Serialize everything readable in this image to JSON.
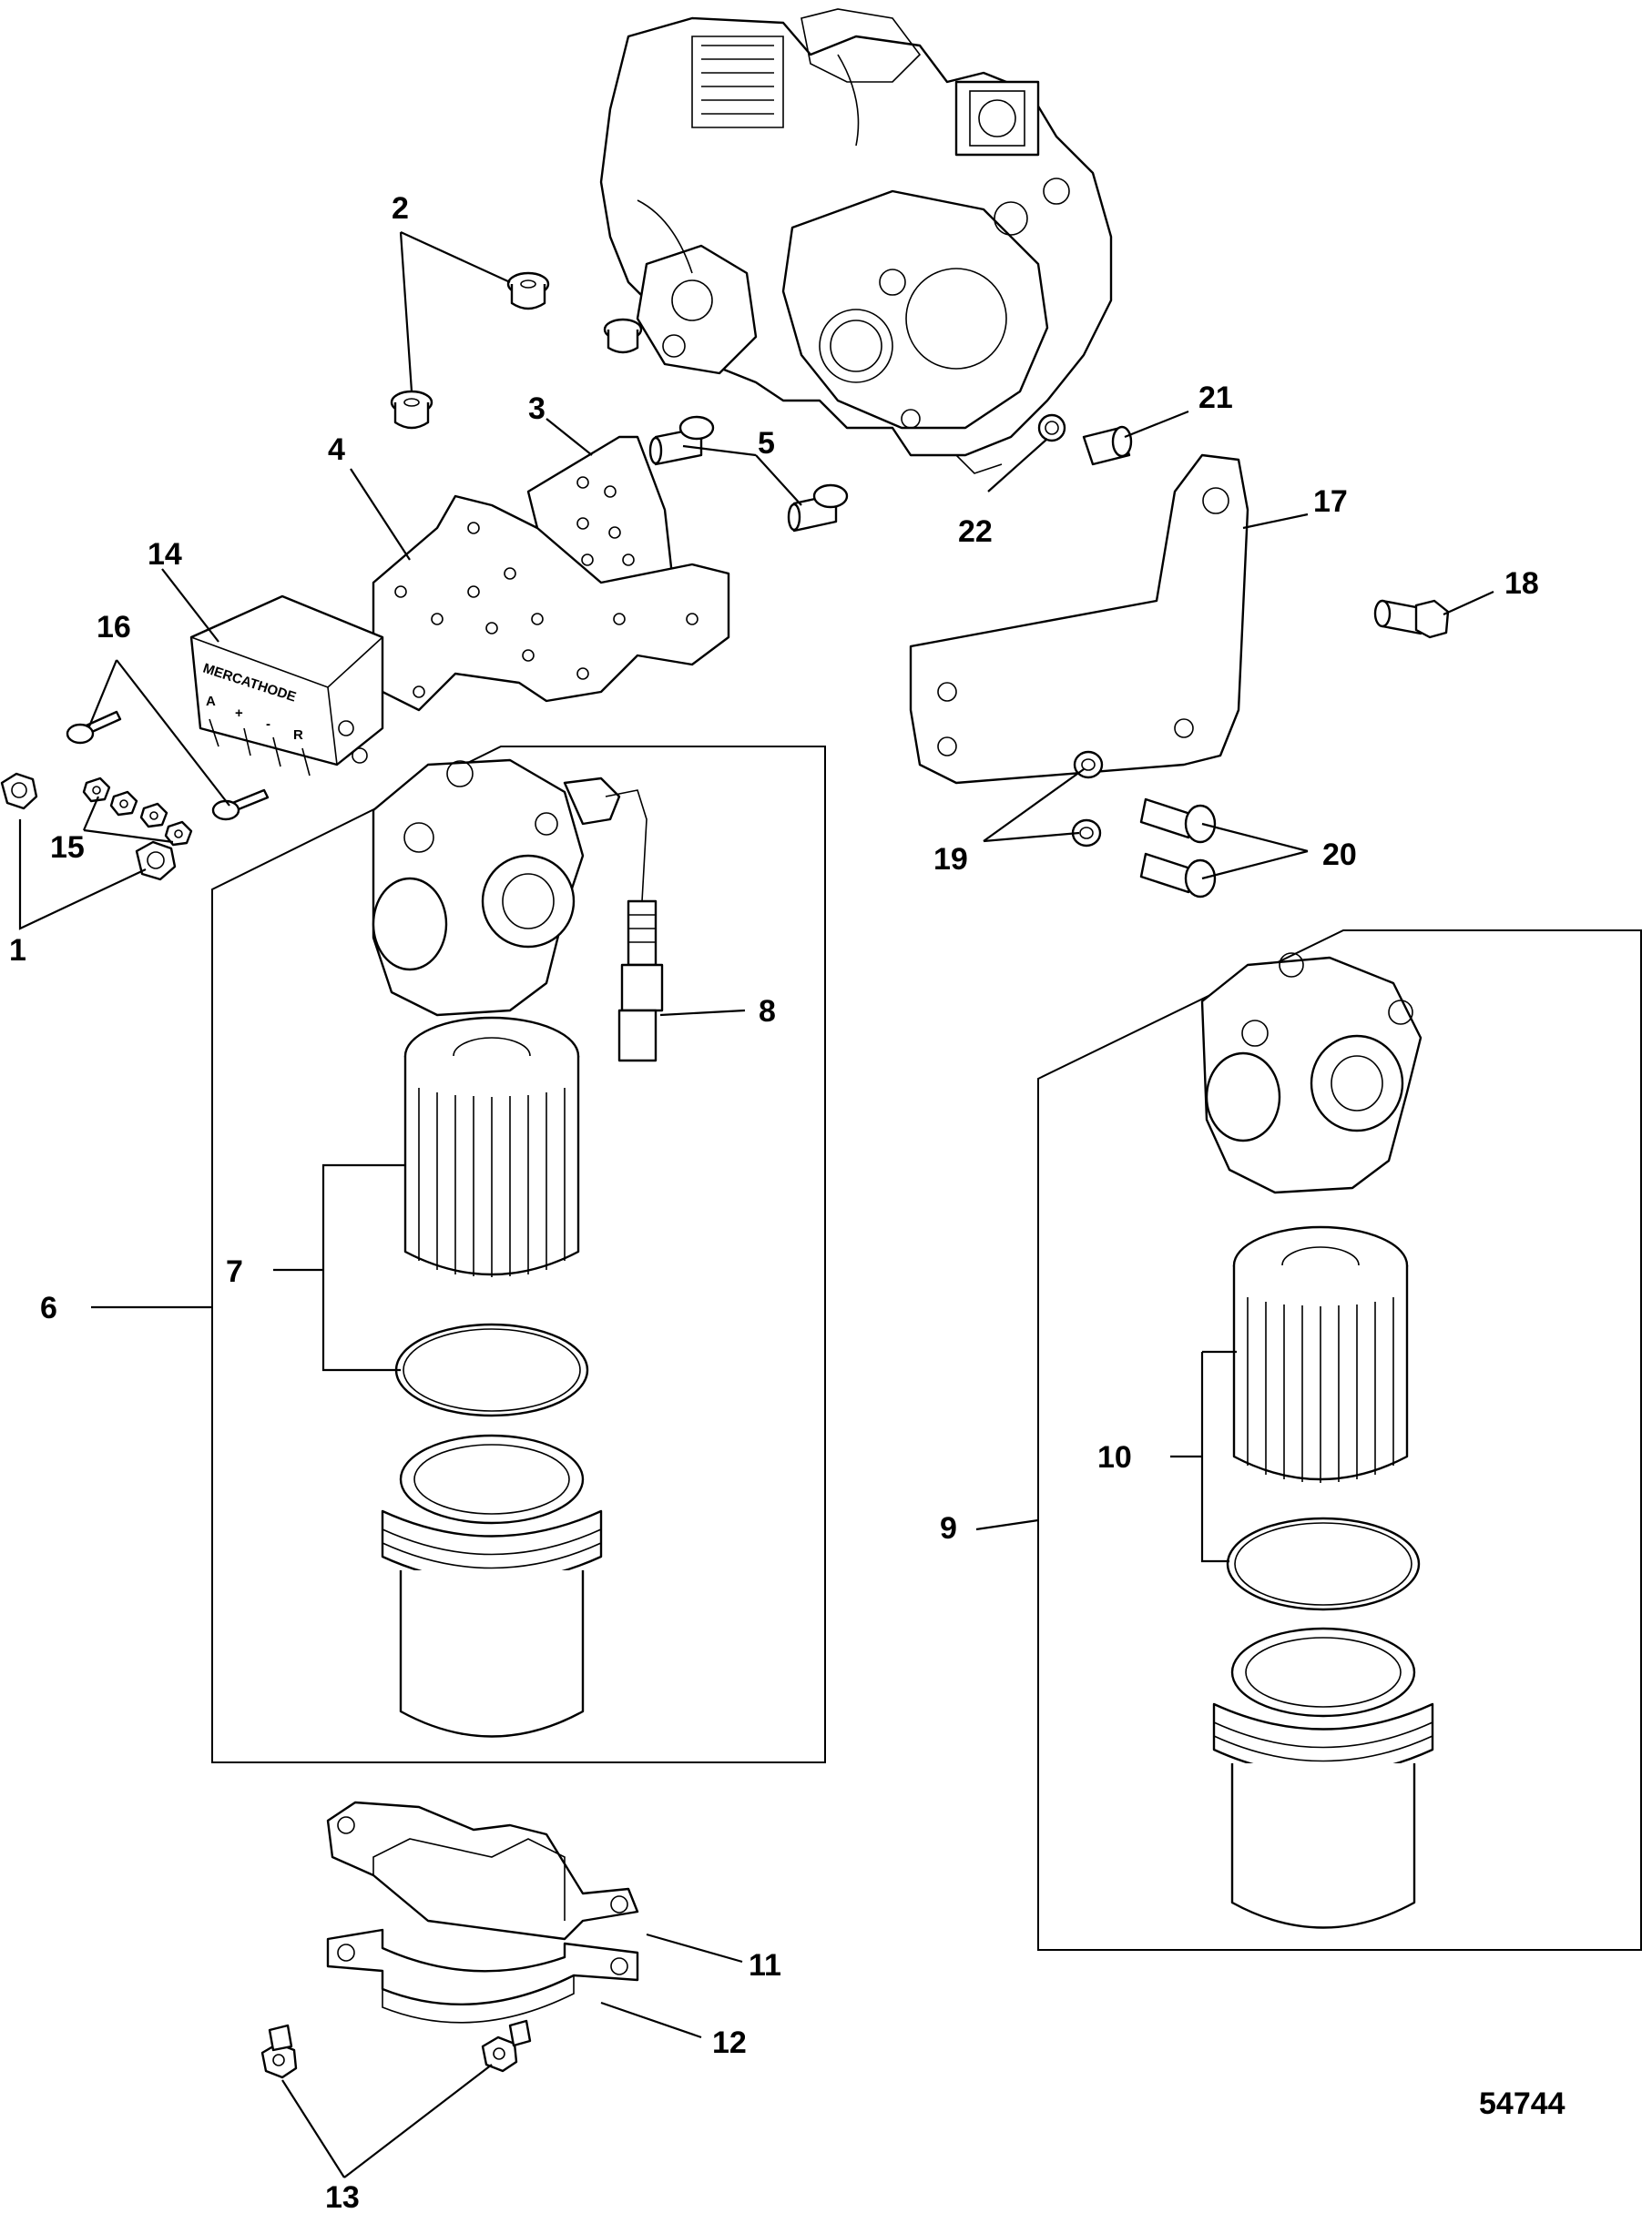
{
  "figure_number": "54744",
  "module_label": "MERCATHODE",
  "module_terminals": [
    "A",
    "+",
    "-",
    "R"
  ],
  "callouts": [
    {
      "id": "c1",
      "text": "1"
    },
    {
      "id": "c2",
      "text": "2"
    },
    {
      "id": "c3",
      "text": "3"
    },
    {
      "id": "c4",
      "text": "4"
    },
    {
      "id": "c5",
      "text": "5"
    },
    {
      "id": "c6",
      "text": "6"
    },
    {
      "id": "c7",
      "text": "7"
    },
    {
      "id": "c8",
      "text": "8"
    },
    {
      "id": "c9",
      "text": "9"
    },
    {
      "id": "c10",
      "text": "10"
    },
    {
      "id": "c11",
      "text": "11"
    },
    {
      "id": "c12",
      "text": "12"
    },
    {
      "id": "c13",
      "text": "13"
    },
    {
      "id": "c14",
      "text": "14"
    },
    {
      "id": "c15",
      "text": "15"
    },
    {
      "id": "c16",
      "text": "16"
    },
    {
      "id": "c17",
      "text": "17"
    },
    {
      "id": "c18",
      "text": "18"
    },
    {
      "id": "c19",
      "text": "19"
    },
    {
      "id": "c20",
      "text": "20"
    },
    {
      "id": "c21",
      "text": "21"
    },
    {
      "id": "c22",
      "text": "22"
    }
  ]
}
